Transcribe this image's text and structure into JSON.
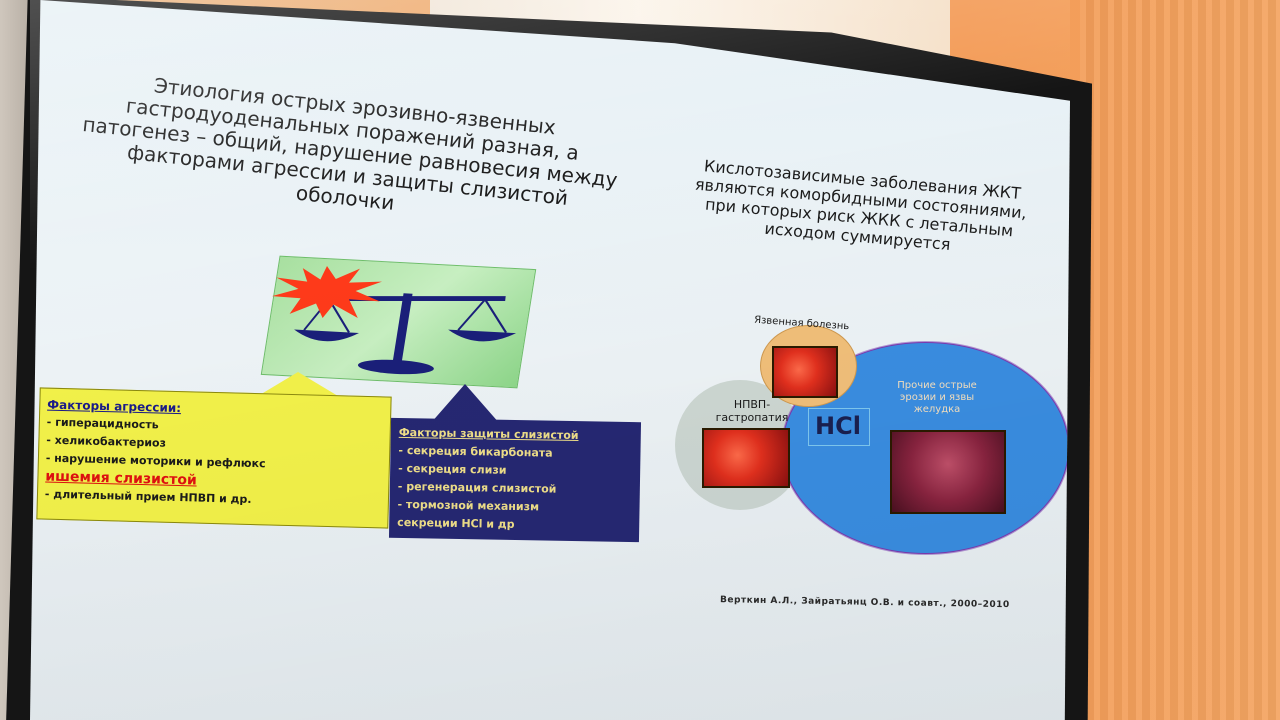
{
  "slide": {
    "left_title_lines": [
      "Этиология острых эрозивно-язвенных",
      "гастродуоденальных поражений разная, а",
      "патогенез – общий, нарушение равновесия между",
      "факторами агрессии и защиты слизистой",
      "оболочки"
    ],
    "right_title_lines": [
      "Кислотозависимые заболевания ЖКТ",
      "являются коморбидными состояниями,",
      "при которых риск ЖКК с летальным",
      "исходом суммируется"
    ],
    "aggression": {
      "heading": "Факторы агрессии:",
      "items": [
        "- гиперацидность",
        "- хеликобактериоз",
        "- нарушение моторики и рефлюкс",
        "ишемия слизистой",
        "- длительный прием НПВП и др."
      ]
    },
    "protection": {
      "heading": "Факторы защиты слизистой",
      "items": [
        "- секреция бикарбоната",
        "- секреция слизи",
        "- регенерация слизистой",
        "- тормозной механизм",
        "секреции НСl и др"
      ]
    },
    "venn": {
      "top_label": "Язвенная болезнь",
      "left_label": "НПВП-гастропатия",
      "right_label": "Прочие острые эрозии и язвы желудка",
      "center_label": "НСl"
    },
    "footnote": "Верткин А.Л., Зайратьянц О.В. и соавт., 2000–2010"
  },
  "colors": {
    "aggression_bg": "#f3f24a",
    "protection_bg": "#262873",
    "venn_big": "#3a8ee2",
    "venn_top": "#f2c07a",
    "highlight_red": "#e01010"
  }
}
